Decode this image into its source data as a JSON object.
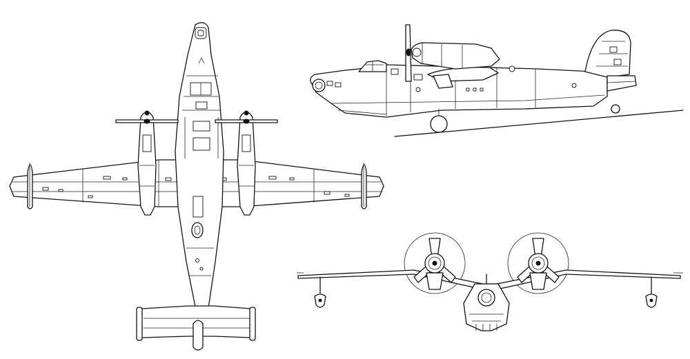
{
  "drawing": {
    "subject": "",
    "views": [
      {
        "id": "plan",
        "label": ""
      },
      {
        "id": "side",
        "label": ""
      },
      {
        "id": "front",
        "label": ""
      }
    ]
  },
  "colors": {
    "line": "#111111",
    "background": "#ffffff"
  }
}
